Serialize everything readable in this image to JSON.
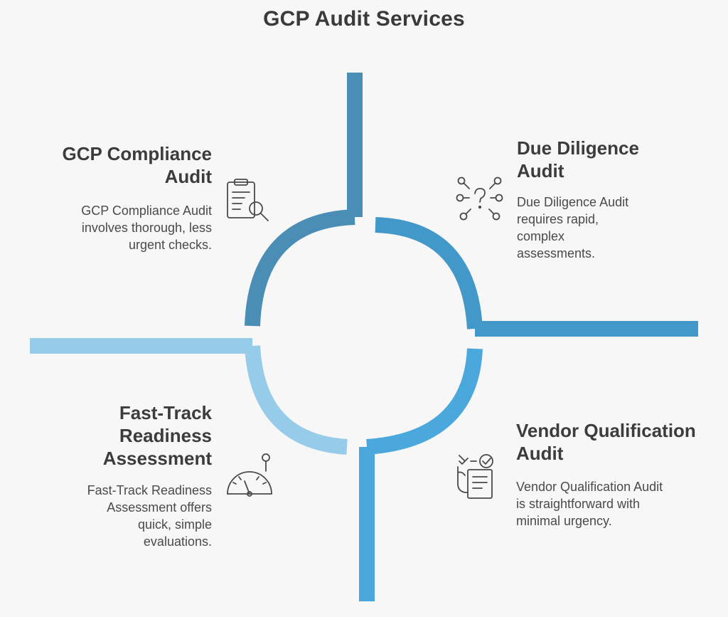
{
  "title": "GCP Audit Services",
  "colors": {
    "background": "#f7f7f7",
    "top_left_segment": "#4a8db5",
    "top_right_segment": "#4298c9",
    "bottom_right_segment": "#4aa8dc",
    "bottom_left_segment": "#97cbea",
    "text": "#3c3c3c",
    "icon": "#4a4a4a"
  },
  "sections": {
    "top_left": {
      "heading_line1": "GCP Compliance",
      "heading_line2": "Audit",
      "desc_line1": "GCP Compliance Audit",
      "desc_line2": "involves thorough, less",
      "desc_line3": "urgent checks.",
      "icon": "clipboard-magnifier-icon"
    },
    "top_right": {
      "heading_line1": "Due Diligence",
      "heading_line2": "Audit",
      "desc_line1": "Due Diligence Audit",
      "desc_line2": "requires rapid,",
      "desc_line3": "complex",
      "desc_line4": "assessments.",
      "icon": "question-network-icon"
    },
    "bottom_right": {
      "heading_line1": "Vendor Qualification",
      "heading_line2": "Audit",
      "desc_line1": "Vendor Qualification Audit",
      "desc_line2": "is straightforward with",
      "desc_line3": "minimal urgency.",
      "icon": "checklist-hand-icon"
    },
    "bottom_left": {
      "heading_line1": "Fast-Track",
      "heading_line2": "Readiness",
      "heading_line3": "Assessment",
      "desc_line1": "Fast-Track Readiness",
      "desc_line2": "Assessment offers",
      "desc_line3": "quick, simple",
      "desc_line4": "evaluations.",
      "icon": "speedometer-icon"
    }
  }
}
